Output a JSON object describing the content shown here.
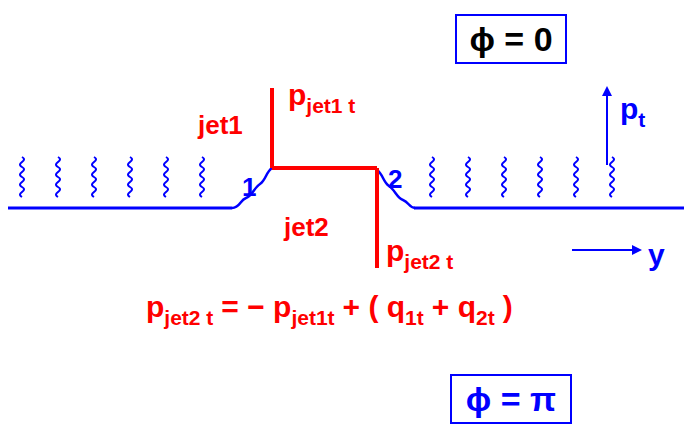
{
  "diagram": {
    "nodes": [
      {
        "text": [
          "ϕ = 0"
        ]
      },
      {
        "text": [
          "ϕ = π"
        ]
      }
    ],
    "labels": [
      "p",
      "jet1 t",
      "jet1",
      "1",
      "2",
      "jet2",
      "p",
      "jet2 t",
      "p",
      "t",
      "y",
      "p",
      "jet2 t",
      "= − p",
      "jet1t",
      "+ ( q",
      "1t",
      "+ q",
      "2t",
      ")"
    ]
  }
}
